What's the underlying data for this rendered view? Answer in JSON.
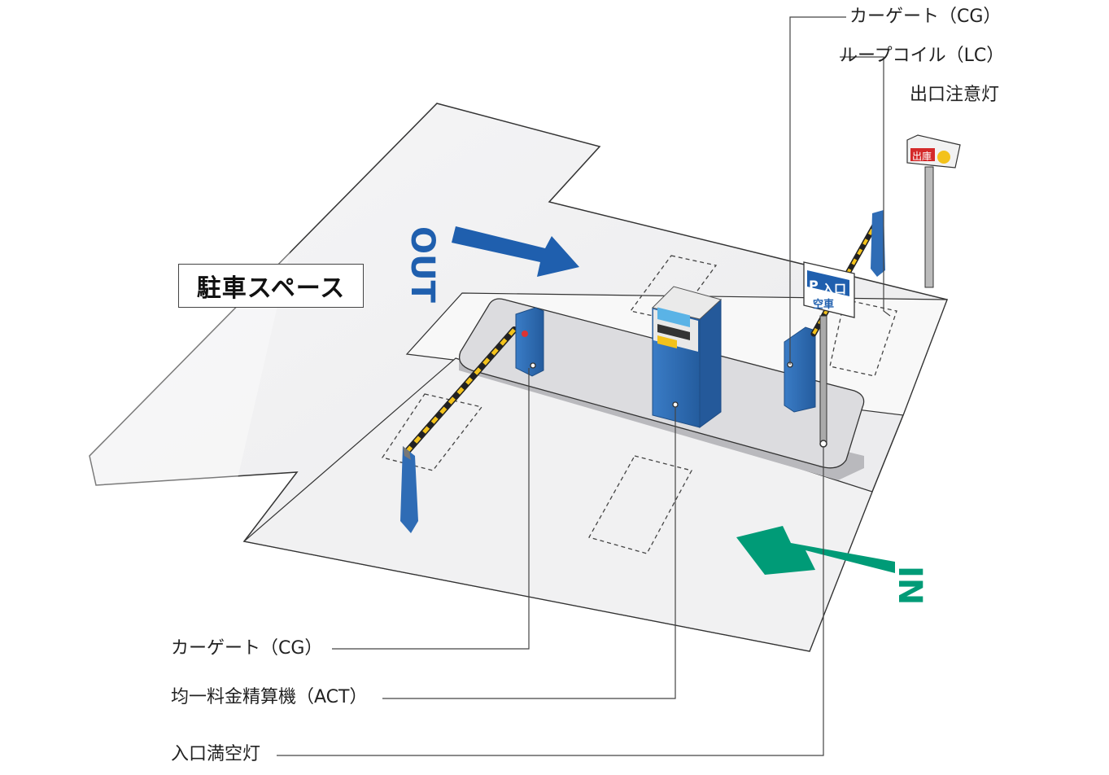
{
  "area": {
    "parking_space": "駐車スペース"
  },
  "arrows": {
    "out": "OUT",
    "in": "IN"
  },
  "devices": {
    "sign": {
      "p": "P",
      "entry": "入口",
      "status": "空車"
    },
    "exit_lamp": {
      "text": "出庫"
    }
  },
  "callouts": {
    "car_gate_top": "カーゲート（CG）",
    "loop_coil": "ループコイル（LC）",
    "exit_warning_light": "出口注意灯",
    "car_gate_bottom": "カーゲート（CG）",
    "pay_station": "均一料金精算機（ACT）",
    "entry_vacancy_light": "入口満空灯"
  },
  "colors": {
    "floor": "#eeeeef",
    "machine_blue": "#2f6cb5",
    "out_arrow": "#1f5fae",
    "in_arrow": "#009b77",
    "barrier_yellow": "#f3c21b"
  }
}
